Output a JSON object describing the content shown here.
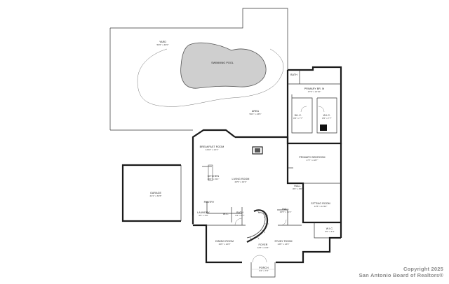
{
  "rooms": {
    "yard": {
      "name": "YARD",
      "dim": "59'6\" x 46'0\""
    },
    "pool": {
      "name": "SWIMMING POOL"
    },
    "bath1": {
      "name": "BATH"
    },
    "primary": {
      "name": "PRIMARY BR. M",
      "dim": "17'9\" x 21'10\""
    },
    "wic1": {
      "name": "W.I.C.",
      "dim": "8'3\" x 7'7\""
    },
    "wic2": {
      "name": "W.I.C.",
      "dim": "8'6\" x 7'7\""
    },
    "ares": {
      "name": "AREA",
      "dim": "56'4\" x 43'6\""
    },
    "breakfast": {
      "name": "BREAKFAST ROOM",
      "dim": "14'10\" x 13'1\""
    },
    "primbed": {
      "name": "PRIMARY BEDROOM",
      "dim": "17'7\" x 18'7\""
    },
    "kitchen": {
      "name": "KITCHEN",
      "dim": "18'6\" x 15'1\""
    },
    "living": {
      "name": "LIVING ROOM",
      "dim": "20'9\" x 19'2\""
    },
    "hall1": {
      "name": "HALL",
      "dim": "8'0\" x 3'6\""
    },
    "garage": {
      "name": "GARAGE",
      "dim": "24'1\" x 33'6\""
    },
    "pantry": {
      "name": "PANTRY"
    },
    "sitting": {
      "name": "SITTING ROOM",
      "dim": "13'5\" x 14'10\""
    },
    "laundry": {
      "name": "LAUNDRY",
      "dim": "9'6\" x 5'9\""
    },
    "wc": {
      "name": "W.C."
    },
    "bath2": {
      "name": "BATH",
      "dim": "9'4\" x 6'7\""
    },
    "hall2": {
      "name": "HALL",
      "dim": "16'5\" x 11'1\""
    },
    "wic3": {
      "name": "W.I.C.",
      "dim": "6'0\" x 4'4\""
    },
    "dining": {
      "name": "DINING ROOM",
      "dim": "16'0\" x 12'8\""
    },
    "foyer": {
      "name": "FOYER",
      "dim": "12'6\" x 16'4\""
    },
    "study": {
      "name": "STUDY ROOM",
      "dim": "13'8\" x 13'3\""
    },
    "porch": {
      "name": "PORCH",
      "dim": "9'4\" x 7'0\""
    }
  },
  "copyright": {
    "line1": "Copyright 2025",
    "line2": "San Antonio Board of Realtors®"
  }
}
